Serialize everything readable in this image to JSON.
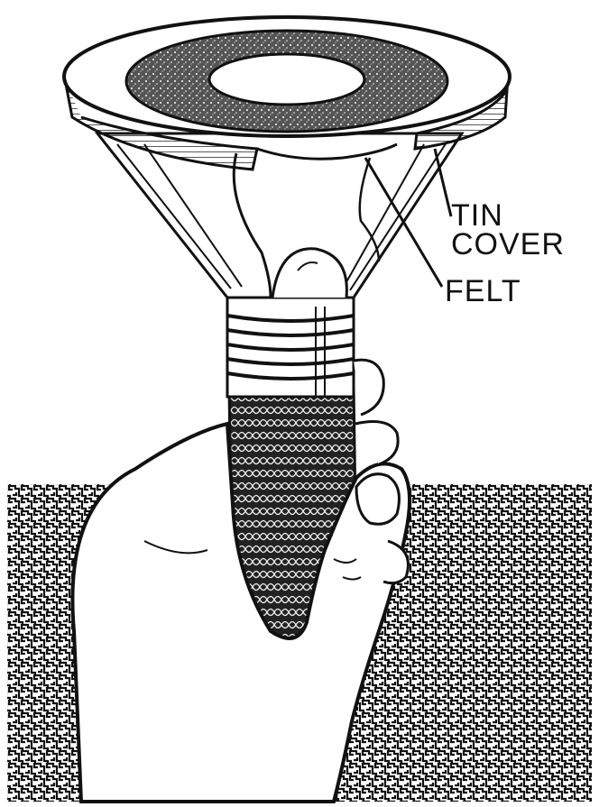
{
  "labels": {
    "tin": "TIN",
    "cover": "COVER",
    "felt": "FELT"
  },
  "colors": {
    "ink": "#111111",
    "paper": "#ffffff"
  },
  "icons": {
    "funnel": "funnel-illustration",
    "hand": "hand-illustration",
    "background": "cross-hatch-pattern"
  }
}
